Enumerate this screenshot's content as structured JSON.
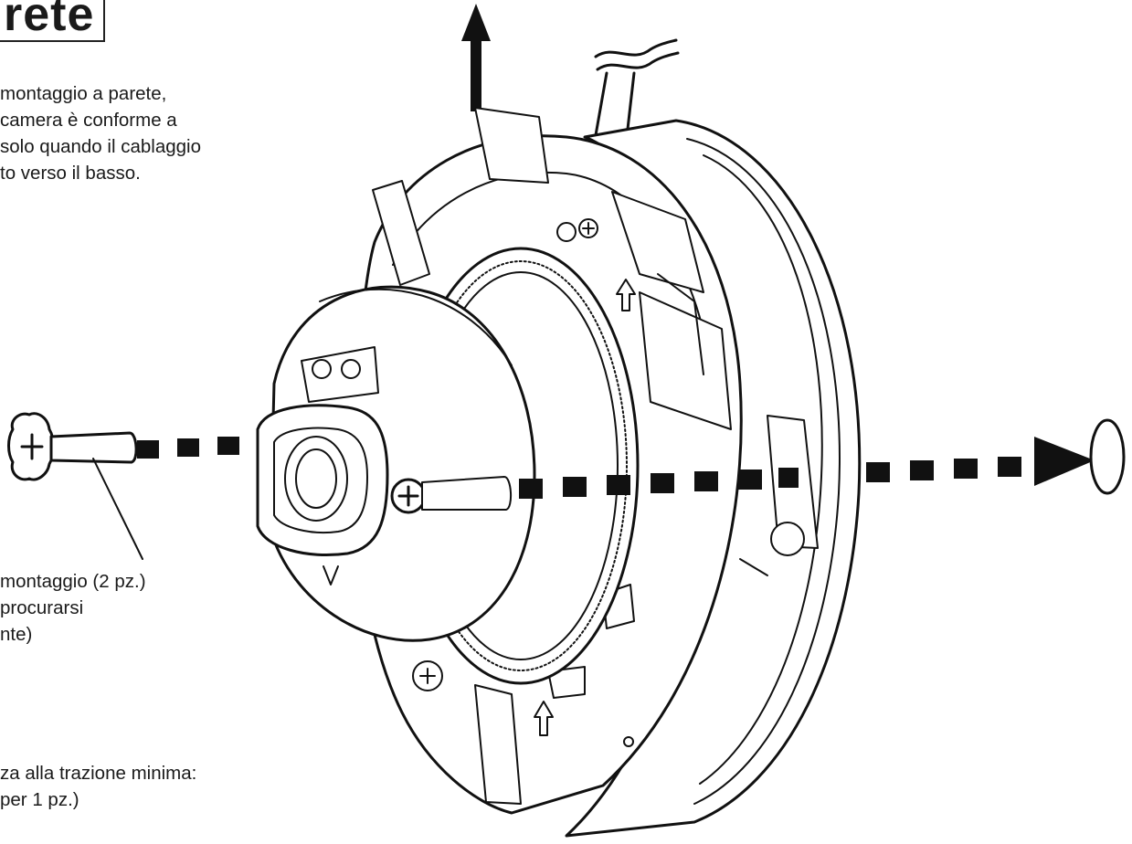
{
  "heading": {
    "text": "rete"
  },
  "note": {
    "text": "montaggio a parete,\ncamera è conforme a\nsolo quando il cablaggio\nto verso il basso."
  },
  "screw_label": {
    "text": "montaggio (2 pz.)\nprocurarsi\nnte)"
  },
  "pull_label": {
    "text": "za alla trazione minima:\nper 1 pz.)"
  },
  "icons": {
    "up_arrow": "arrow-up-icon",
    "screw": "screw-icon",
    "hole": "mounting-hole-icon"
  },
  "colors": {
    "line": "#111111",
    "background": "#ffffff"
  }
}
